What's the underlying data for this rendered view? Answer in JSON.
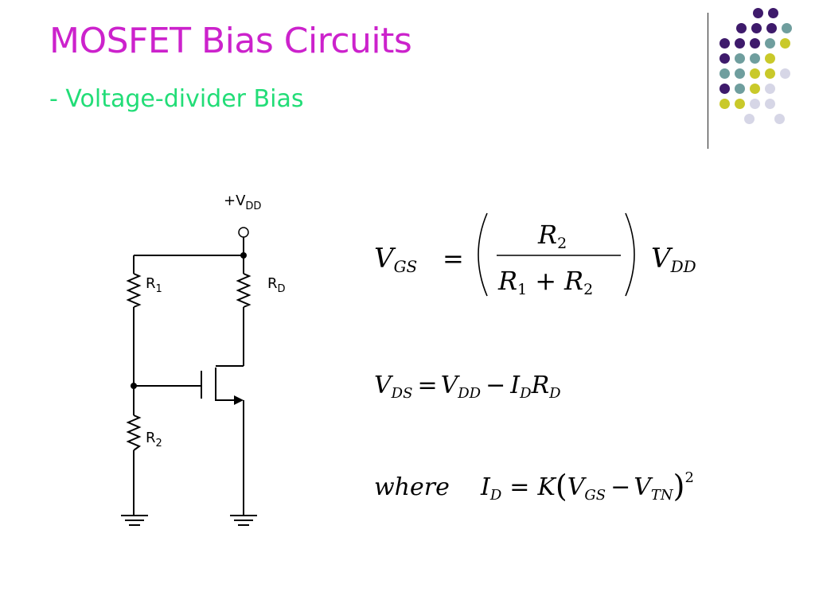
{
  "title": "MOSFET Bias Circuits",
  "subtitle": "- Voltage-divider Bias",
  "colors": {
    "title": "#cc22cc",
    "subtitle": "#22dd77",
    "dot_purple": "#3e1a6b",
    "dot_teal": "#6f9e9e",
    "dot_yellow": "#c9c92a",
    "dot_lavender": "#d6d6e6"
  },
  "circuit": {
    "supply_label": "+V",
    "supply_sub": "DD",
    "r1_label": "R",
    "r1_sub": "1",
    "r2_label": "R",
    "r2_sub": "2",
    "rd_label": "R",
    "rd_sub": "D"
  },
  "equations": {
    "vgs": {
      "lhs": "V",
      "lhs_sub": "GS",
      "eq": "=",
      "num": "R",
      "num_sub": "2",
      "den_a": "R",
      "den_a_sub": "1",
      "den_plus": "+",
      "den_b": "R",
      "den_b_sub": "2",
      "rhs": "V",
      "rhs_sub": "DD"
    },
    "vds": {
      "v1": "V",
      "v1_sub": "DS",
      "eq": "=",
      "v2": "V",
      "v2_sub": "DD",
      "minus": "−",
      "i": "I",
      "i_sub": "D",
      "r": "R",
      "r_sub": "D"
    },
    "id": {
      "where": "where",
      "i": "I",
      "i_sub": "D",
      "eq": "=",
      "k": "K",
      "v1": "V",
      "v1_sub": "GS",
      "minus": "−",
      "v2": "V",
      "v2_sub": "TN",
      "pow": "2"
    }
  }
}
